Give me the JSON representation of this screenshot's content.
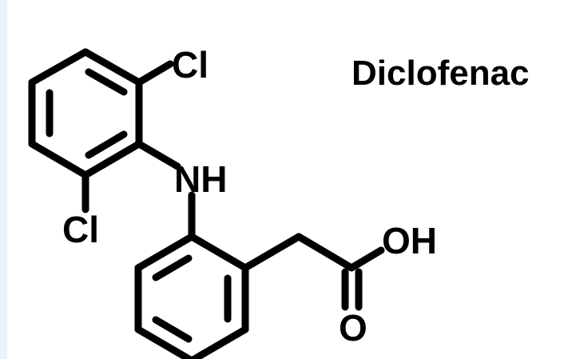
{
  "title": "Diclofenac",
  "atoms": {
    "cl_top": "Cl",
    "cl_bottom": "Cl",
    "nh": "NH",
    "oh": "OH",
    "o": "O"
  },
  "colors": {
    "ink": "#000000",
    "background": "#ffffff",
    "edge_strip": "#e9f3fb"
  }
}
